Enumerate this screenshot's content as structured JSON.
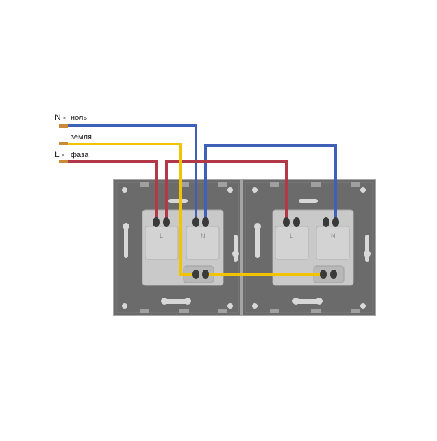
{
  "labels": {
    "n_mark": "N -",
    "n_text": "ноль",
    "earth_text": "земля",
    "l_mark": "L -",
    "l_text": "фаза"
  },
  "colors": {
    "neutral": "#3f5fb8",
    "earth": "#f2c400",
    "phase": "#b23a48",
    "plate": "#6b6b6b",
    "plate_edge": "#9a9a9a",
    "socket_body": "#c9c9c9",
    "socket_inner": "#dcdcdc"
  },
  "sockets": {
    "terminal_L": "L",
    "terminal_N": "N"
  }
}
